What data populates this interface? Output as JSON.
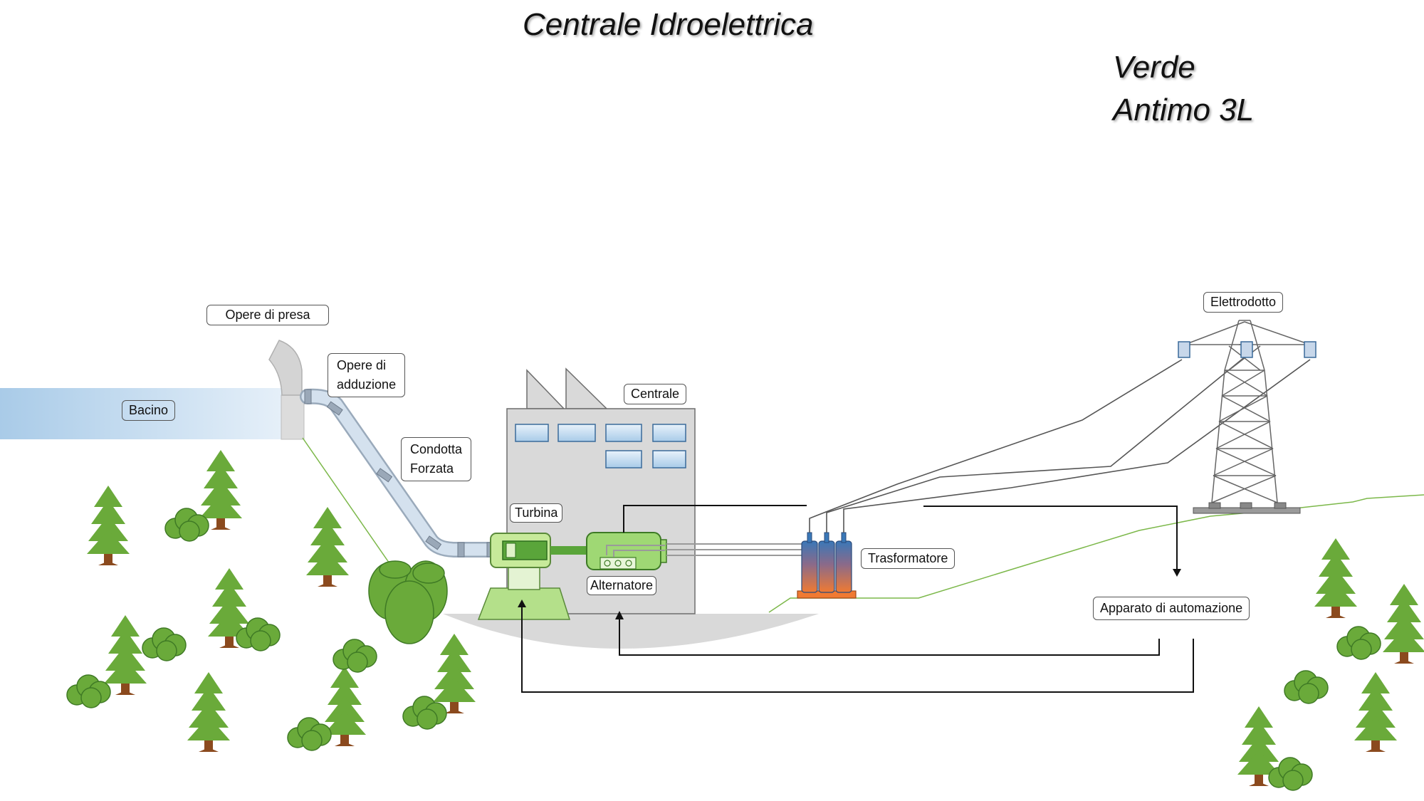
{
  "title": "Centrale Idroelettrica",
  "author": {
    "line1": "Verde",
    "line2": "Antimo 3L"
  },
  "labels": {
    "bacino": "Bacino",
    "opere_presa": "Opere di presa",
    "opere_adduzione_1": "Opere di",
    "opere_adduzione_2": "adduzione",
    "condotta_1": "Condotta",
    "condotta_2": "Forzata",
    "centrale": "Centrale",
    "turbina": "Turbina",
    "alternatore": "Alternatore",
    "trasformatore": "Trasformatore",
    "elettrodotto": "Elettrodotto",
    "automazione": "Apparato di automazione"
  },
  "colors": {
    "water_start": "#a9cbe8",
    "water_end": "#e6f0f9",
    "pipe": "#c7d7e8",
    "building": "#d9d9d9",
    "window": "#b9d7ee",
    "machine_green": "#8fd16a",
    "shaft_green": "#5aa53a",
    "tree": "#6aaa3a",
    "trunk": "#8b4a1e",
    "transformer_top": "#3a78b8",
    "transformer_bottom": "#f07a32",
    "ground_line": "#7cb84a"
  }
}
